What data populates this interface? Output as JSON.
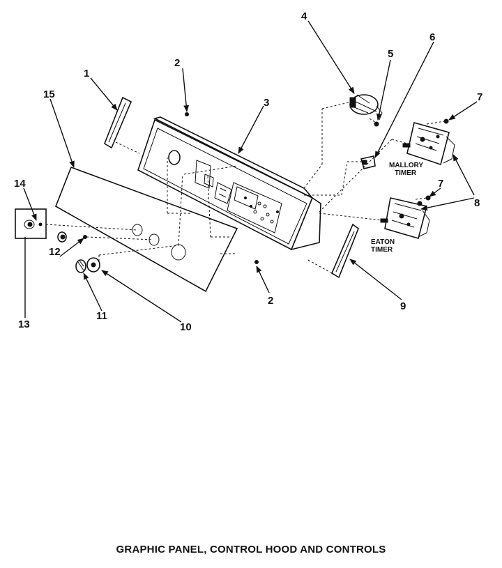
{
  "caption": "GRAPHIC PANEL, CONTROL HOOD AND CONTROLS",
  "callouts": {
    "c1": "1",
    "c2a": "2",
    "c2b": "2",
    "c3": "3",
    "c4": "4",
    "c5": "5",
    "c6": "6",
    "c7a": "7",
    "c7b": "7",
    "c8": "8",
    "c9": "9",
    "c10": "10",
    "c11": "11",
    "c12": "12",
    "c13": "13",
    "c14": "14",
    "c15": "15"
  },
  "labels": {
    "mallory_line1": "MALLORY",
    "mallory_line2": "TIMER",
    "eaton_line1": "EATON",
    "eaton_line2": "TIMER"
  }
}
